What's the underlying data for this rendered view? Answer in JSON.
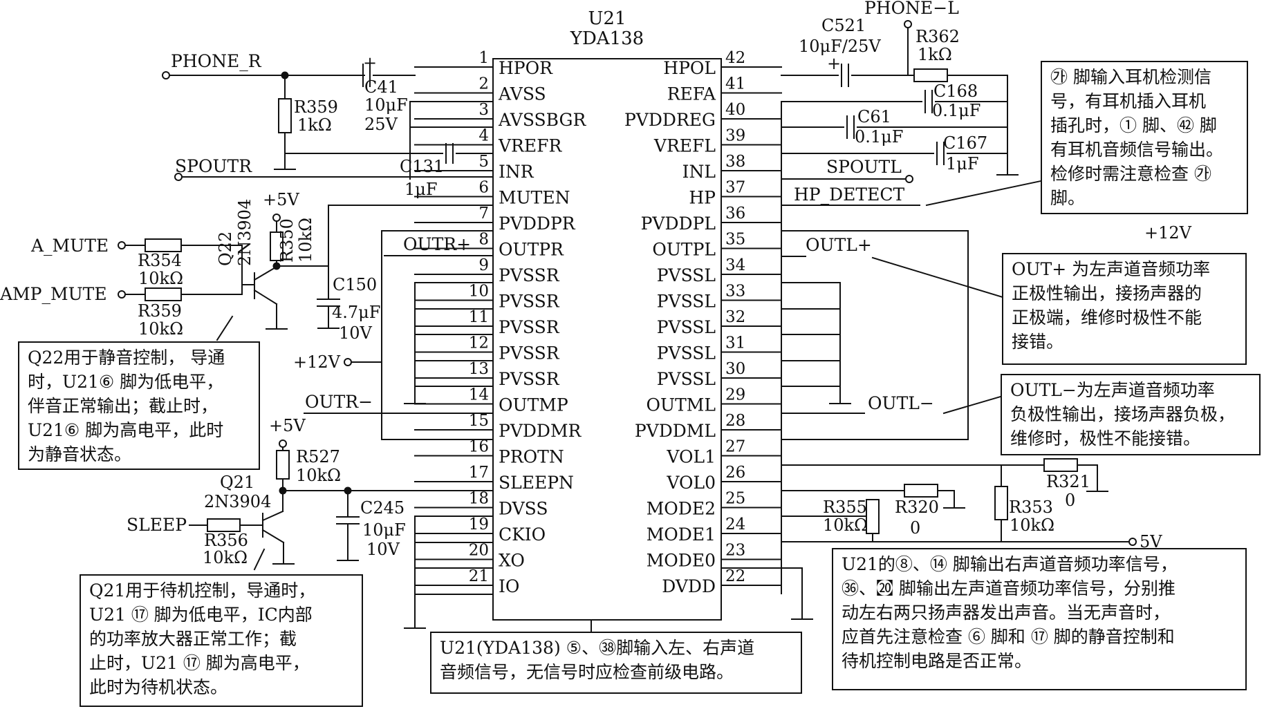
{
  "chip": {
    "ref": "U21",
    "part": "YDA138"
  },
  "pins_left": [
    {
      "num": "1",
      "name": "HPOR"
    },
    {
      "num": "2",
      "name": "AVSS"
    },
    {
      "num": "3",
      "name": "AVSSBGR"
    },
    {
      "num": "4",
      "name": "VREFR"
    },
    {
      "num": "5",
      "name": "INR"
    },
    {
      "num": "6",
      "name": "MUTEN"
    },
    {
      "num": "7",
      "name": "PVDDPR"
    },
    {
      "num": "8",
      "name": "OUTPR"
    },
    {
      "num": "9",
      "name": "PVSSR"
    },
    {
      "num": "10",
      "name": "PVSSR"
    },
    {
      "num": "11",
      "name": "PVSSR"
    },
    {
      "num": "12",
      "name": "PVSSR"
    },
    {
      "num": "13",
      "name": "PVSSR"
    },
    {
      "num": "14",
      "name": "OUTMP"
    },
    {
      "num": "15",
      "name": "PVDDMR"
    },
    {
      "num": "16",
      "name": "PROTN"
    },
    {
      "num": "17",
      "name": "SLEEPN"
    },
    {
      "num": "18",
      "name": "DVSS"
    },
    {
      "num": "19",
      "name": "CKIO"
    },
    {
      "num": "20",
      "name": "XO"
    },
    {
      "num": "21",
      "name": "IO"
    }
  ],
  "pins_right": [
    {
      "num": "42",
      "name": "HPOL"
    },
    {
      "num": "41",
      "name": "REFA"
    },
    {
      "num": "40",
      "name": "PVDDREG"
    },
    {
      "num": "39",
      "name": "VREFL"
    },
    {
      "num": "38",
      "name": "INL"
    },
    {
      "num": "37",
      "name": "HP"
    },
    {
      "num": "36",
      "name": "PVDDPL"
    },
    {
      "num": "35",
      "name": "OUTPL"
    },
    {
      "num": "34",
      "name": "PVSSL"
    },
    {
      "num": "33",
      "name": "PVSSL"
    },
    {
      "num": "32",
      "name": "PVSSL"
    },
    {
      "num": "31",
      "name": "PVSSL"
    },
    {
      "num": "30",
      "name": "PVSSL"
    },
    {
      "num": "29",
      "name": "OUTML"
    },
    {
      "num": "28",
      "name": "PVDDML"
    },
    {
      "num": "27",
      "name": "VOL1"
    },
    {
      "num": "26",
      "name": "VOL0"
    },
    {
      "num": "25",
      "name": "MODE2"
    },
    {
      "num": "24",
      "name": "MODE1"
    },
    {
      "num": "23",
      "name": "MODE0"
    },
    {
      "num": "22",
      "name": "DVDD"
    }
  ],
  "nets": {
    "phone_r": "PHONE_R",
    "phone_l": "PHONE−L",
    "spoutr": "SPOUTR",
    "spoutl": "SPOUTL",
    "hp_detect": "HP_DETECT",
    "a_mute": "A_MUTE",
    "amp_mute": "AMP_MUTE",
    "sleep": "SLEEP",
    "plus5v_a": "+5V",
    "plus5v_b": "+5V",
    "plus12v_a": "+12V",
    "plus12v_b": "+12V",
    "plus5v_c": "5V",
    "outr_p": "OUTR+",
    "outr_m": "OUTR−",
    "outl_p": "OUTL+",
    "outl_m": "OUTL−"
  },
  "components": {
    "c41": [
      "C41",
      "10μF",
      "25V"
    ],
    "r359a": [
      "R359",
      "1kΩ"
    ],
    "c131": [
      "C131",
      "1μF"
    ],
    "c521": [
      "C521",
      "10μF/25V"
    ],
    "r362": [
      "R362",
      "1kΩ"
    ],
    "c168": [
      "C168",
      "0.1μF"
    ],
    "c61": [
      "C61",
      "0.1μF"
    ],
    "c167": [
      "C167",
      "1μF"
    ],
    "r354": [
      "R354",
      "10kΩ"
    ],
    "r359b": [
      "R359",
      "10kΩ"
    ],
    "q22": [
      "Q22",
      "2N3904"
    ],
    "r350": [
      "R350",
      "10kΩ"
    ],
    "c150": [
      "C150",
      "4.7μF",
      "10V"
    ],
    "r527": [
      "R527",
      "10kΩ"
    ],
    "q21": [
      "Q21",
      "2N3904"
    ],
    "r356": [
      "R356",
      "10kΩ"
    ],
    "c245": [
      "C245",
      "10μF",
      "10V"
    ],
    "r355": [
      "R355",
      "10kΩ"
    ],
    "r320": [
      "R320",
      "0"
    ],
    "r353": [
      "R353",
      "10kΩ"
    ],
    "r321": [
      "R321",
      "0"
    ]
  },
  "notes": {
    "pin37": "㉮ 脚输入耳机检测信\n号，有耳机插入耳机\n插孔时，① 脚、㊷ 脚\n有耳机音频信号输出。\n检修时需注意检查 ㉮\n脚。",
    "outp": "OUT+ 为左声道音频功率\n正极性输出，接扬声器的\n正极端，维修时极性不能\n接错。",
    "outlm": "OUTL−为左声道音频功率\n负极性输出，接场声器负极，\n维修时，极性不能接错。",
    "q22": "Q22用于静音控制， 导通\n时，U21⑥ 脚为低电平，\n伴音正常输出；截止时，\nU21⑥ 脚为高电平，此时\n为静音状态。",
    "q21": "Q21用于待机控制，导通时，\nU21 ⑰ 脚为低电平，IC内部\n的功率放大器正常工作；截\n止时，U21 ⑰ 脚为高电平，\n此时为待机状态。",
    "input": "U21(YDA138) ⑤、㊳脚输入左、右声道\n音频信号，无信号时应检查前级电路。",
    "output": "U21的⑧、⑭ 脚输出右声道音频功率信号，\n㊱、㉉ 脚输出左声道音频功率信号，分别推\n动左右两只扬声器发出声音。当无声音时，\n应首先注意检查 ⑥ 脚和 ⑰ 脚的静音控制和\n待机控制电路是否正常。"
  }
}
